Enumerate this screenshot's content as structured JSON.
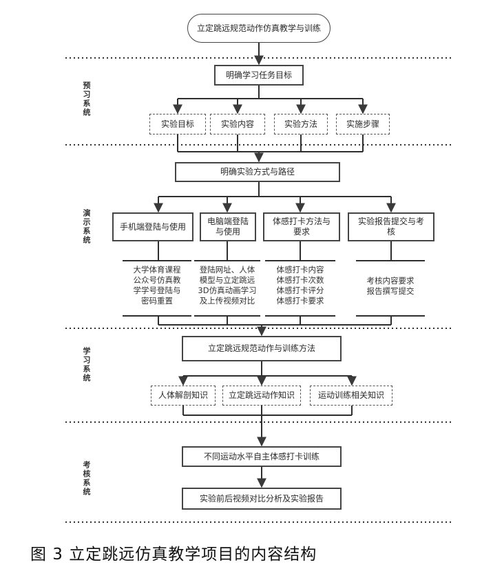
{
  "title": "立定跳远规范动作仿真教学与训练",
  "sections": {
    "preview": "预习系统",
    "demo": "演示系统",
    "learn": "学习系统",
    "exam": "考核系统"
  },
  "preview": {
    "goal": "明确学习任务目标",
    "items": [
      "实验目标",
      "实验内容",
      "实验方法",
      "实施步骤"
    ]
  },
  "demo": {
    "path": "明确实验方式与路径",
    "items": [
      "手机端登陆与使用",
      "电脑端登陆与使用",
      "体感打卡方法与要求",
      "实验报告提交与考核"
    ],
    "details": [
      [
        "大学体育课程",
        "公众号仿真教",
        "学学号登陆与",
        "密码重置"
      ],
      [
        "登陆网址、人体",
        "模型与立定跳远",
        "3D仿真动画学习",
        "及上传视频对比"
      ],
      [
        "体感打卡内容",
        "体感打卡次数",
        "体感打卡评分",
        "体感打卡要求"
      ],
      [
        "考核内容要求",
        "报告撰写提交"
      ]
    ]
  },
  "learn": {
    "method": "立定跳远规范动作与训练方法",
    "items": [
      "人体解剖知识",
      "立定跳远动作知识",
      "运动训练相关知识"
    ]
  },
  "exam": {
    "train": "不同运动水平自主体感打卡训练",
    "report": "实验前后视频对比分析及实验报告"
  },
  "caption": "图 3  立定跳远仿真教学项目的内容结构"
}
